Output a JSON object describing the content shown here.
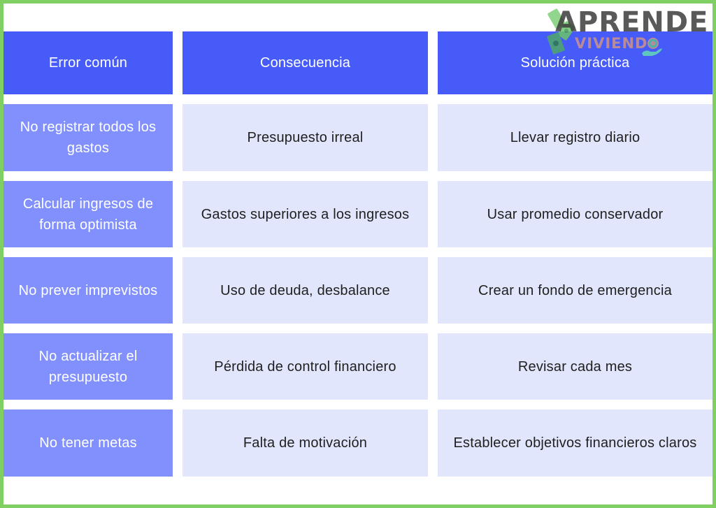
{
  "logo": {
    "line1": "APRENDE",
    "line2": "VIVIEND",
    "icons": [
      "money-bills-icon",
      "coin-in-hand-icon"
    ]
  },
  "table": {
    "headers": [
      "Error común",
      "Consecuencia",
      "Solución práctica"
    ],
    "rows": [
      {
        "error": "No registrar todos los gastos",
        "consecuencia": "Presupuesto irreal",
        "solucion": "Llevar registro diario"
      },
      {
        "error": "Calcular ingresos de forma optimista",
        "consecuencia": "Gastos superiores a los ingresos",
        "solucion": "Usar promedio conservador"
      },
      {
        "error": "No prever imprevistos",
        "consecuencia": "Uso de deuda, desbalance",
        "solucion": "Crear un fondo de emergencia"
      },
      {
        "error": "No actualizar el presupuesto",
        "consecuencia": "Pérdida de control financiero",
        "solucion": "Revisar cada mes"
      },
      {
        "error": "No tener metas",
        "consecuencia": "Falta de motivación",
        "solucion": "Establecer objetivos financieros claros"
      }
    ]
  },
  "colors": {
    "border": "#7fcf63",
    "header_bg": "#465bf7",
    "error_col_bg": "#8190fd",
    "light_cell_bg": "#e1e6fc"
  }
}
